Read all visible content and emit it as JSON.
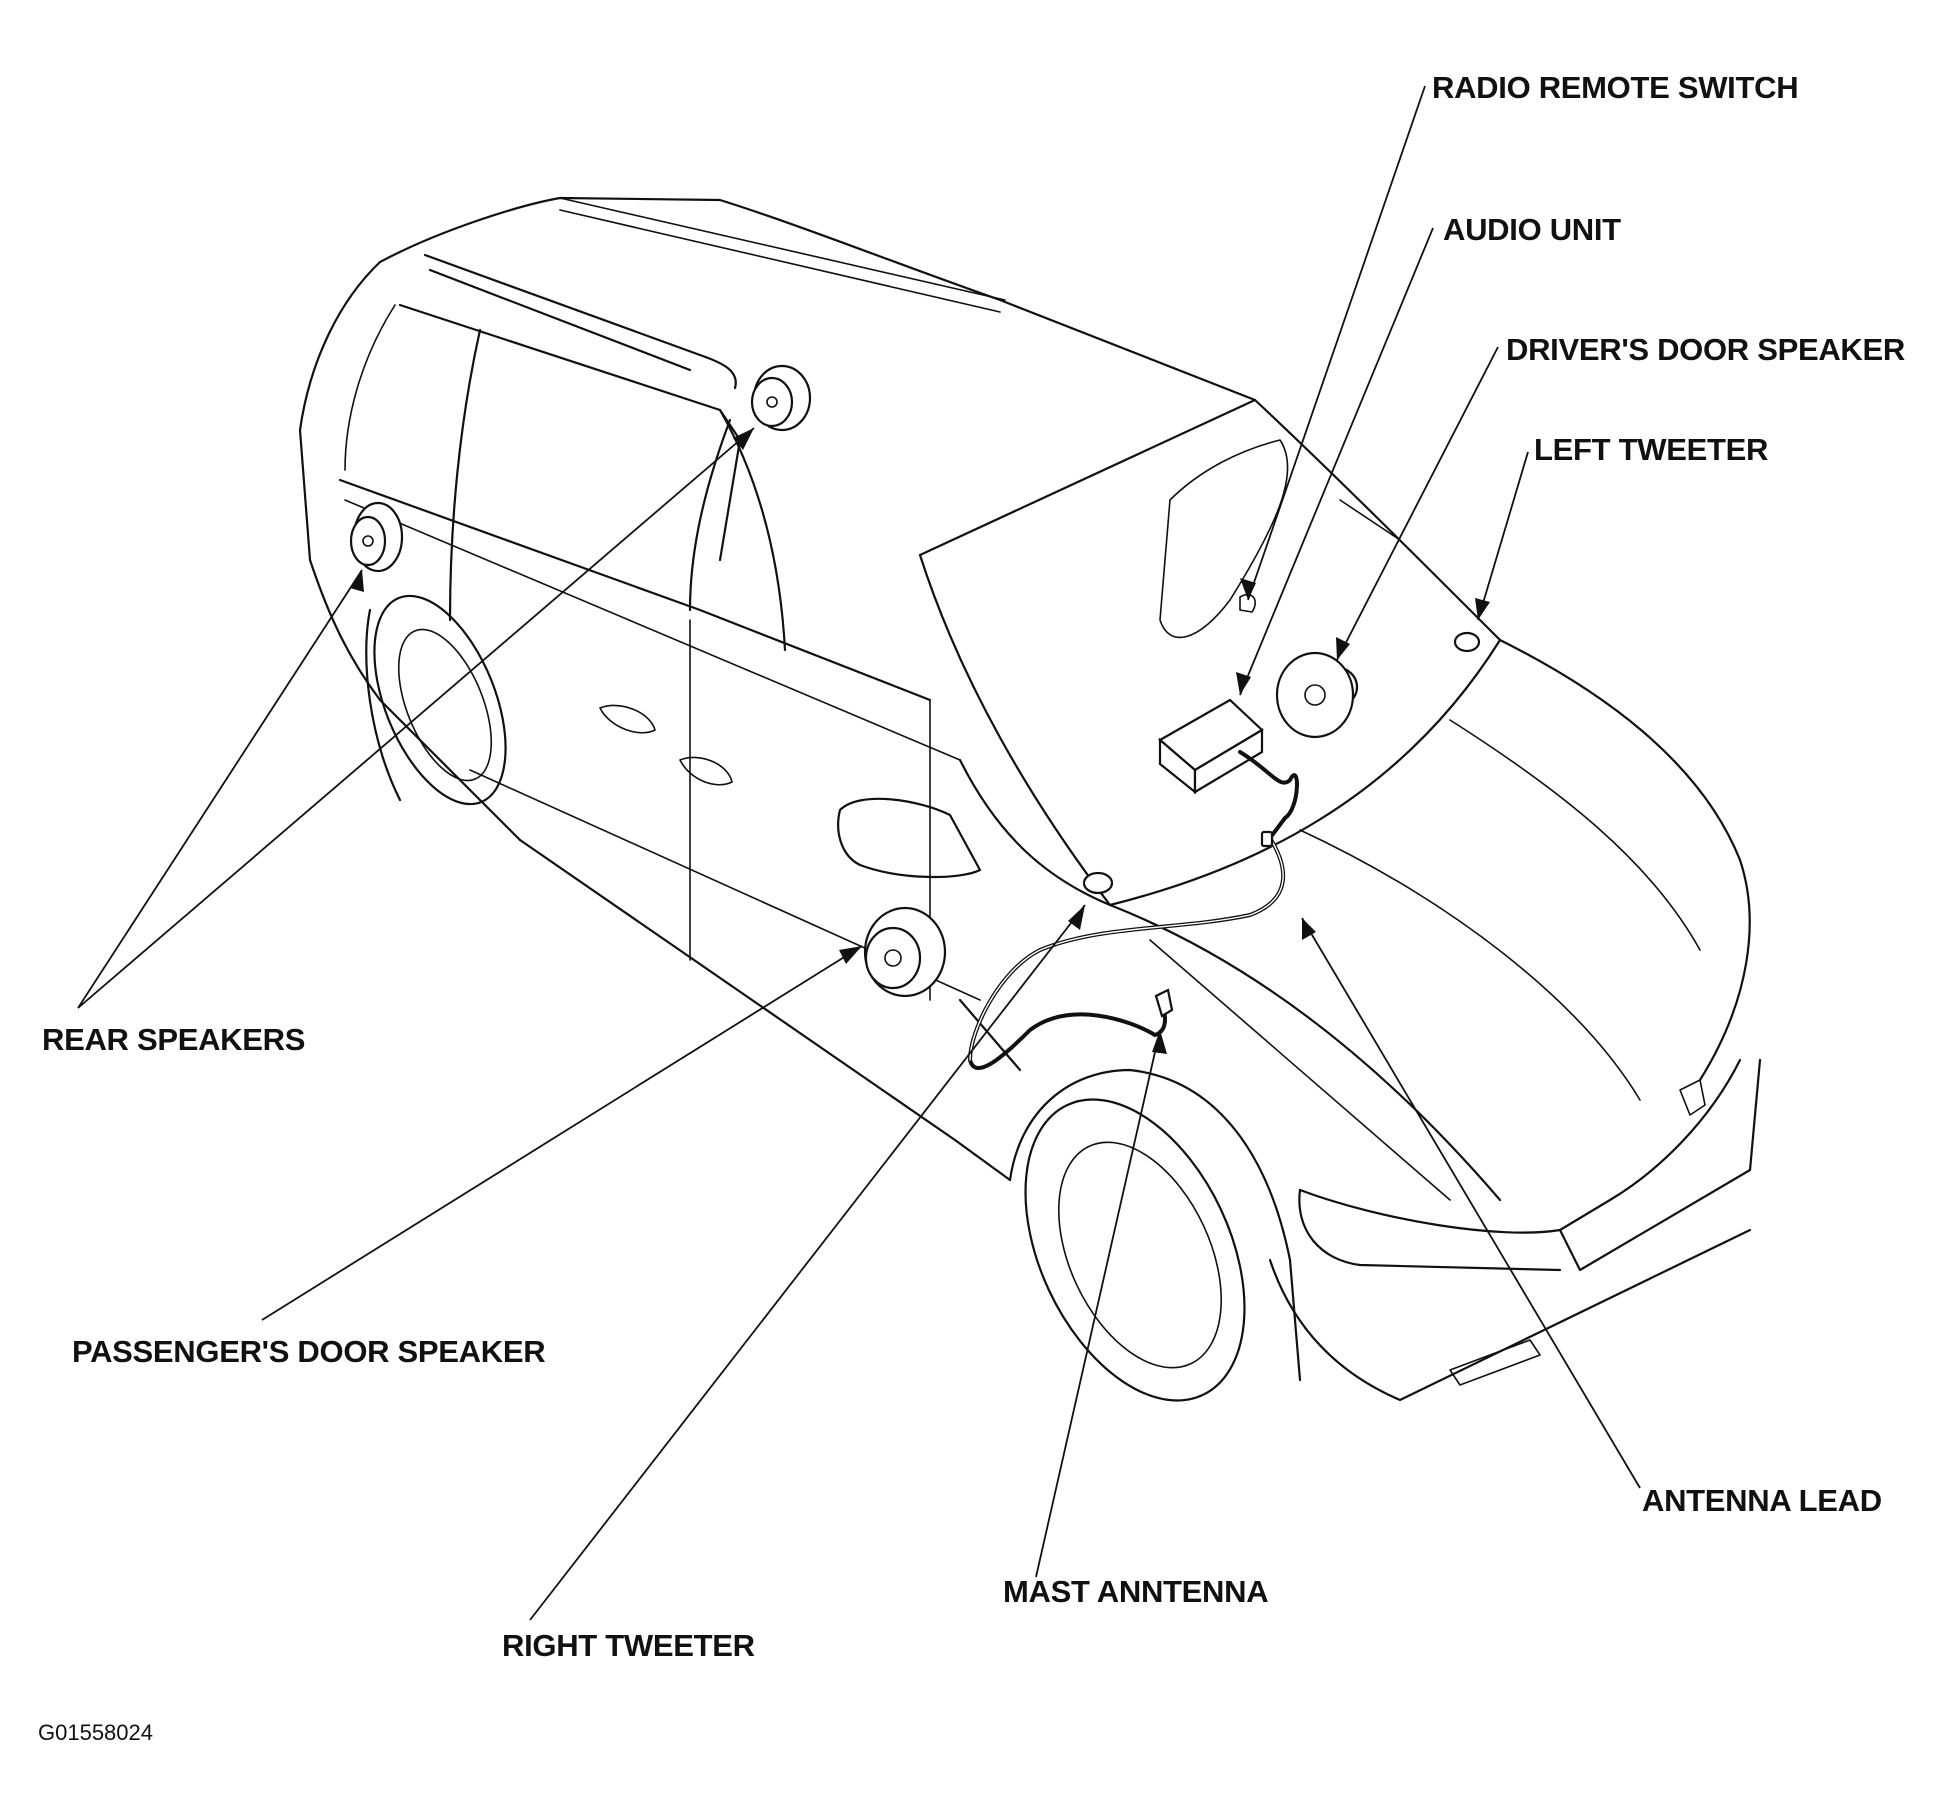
{
  "labels": {
    "radio_remote_switch": "RADIO REMOTE SWITCH",
    "audio_unit": "AUDIO UNIT",
    "drivers_door_speaker": "DRIVER'S DOOR SPEAKER",
    "left_tweeter": "LEFT TWEETER",
    "rear_speakers": "REAR SPEAKERS",
    "passengers_door_speaker": "PASSENGER'S DOOR SPEAKER",
    "antenna_lead": "ANTENNA LEAD",
    "mast_antenna": "MAST ANNTENNA",
    "right_tweeter": "RIGHT TWEETER"
  },
  "figure_code": "G01558024",
  "colors": {
    "line": "#111111",
    "background": "#ffffff"
  }
}
